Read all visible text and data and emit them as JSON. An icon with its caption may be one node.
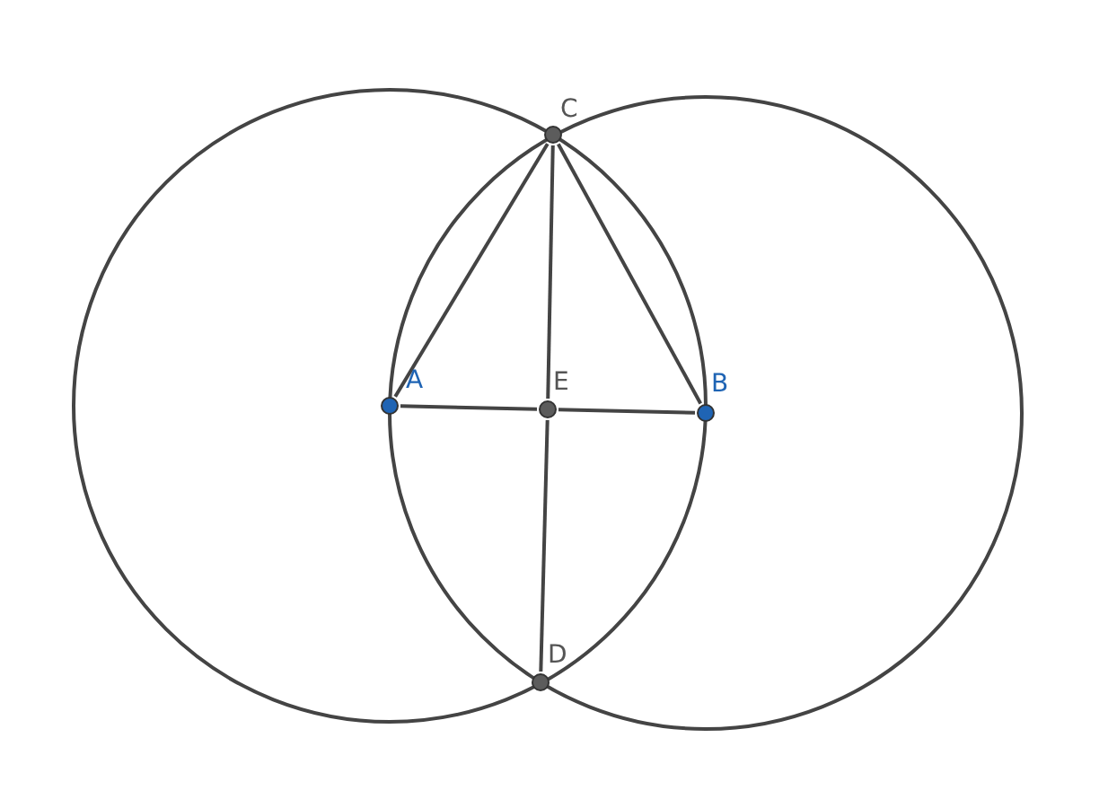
{
  "diagram": {
    "nodes": [
      {
        "text": [
          "C"
        ]
      },
      {
        "text": [
          "A"
        ]
      },
      {
        "text": [
          "E"
        ]
      },
      {
        "text": [
          "B"
        ]
      },
      {
        "text": [
          "D"
        ]
      }
    ],
    "edges": [
      {
        "from": 0,
        "to": 1,
        "arrow": "none"
      },
      {
        "from": 0,
        "to": 3,
        "arrow": "none"
      },
      {
        "from": 0,
        "to": 2,
        "arrow": "none"
      },
      {
        "from": 2,
        "to": 4,
        "arrow": "none"
      },
      {
        "from": 1,
        "to": 2,
        "arrow": "none"
      },
      {
        "from": 2,
        "to": 3,
        "arrow": "none"
      }
    ]
  }
}
